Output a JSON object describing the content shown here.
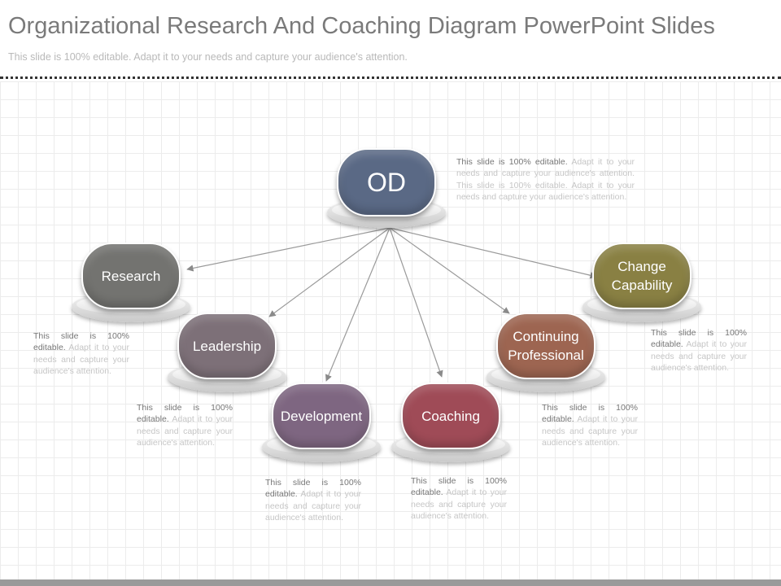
{
  "header": {
    "title": "Organizational Research And Coaching Diagram PowerPoint Slides",
    "subtitle": "This slide is 100% editable. Adapt it to your needs and capture your audience's attention."
  },
  "diagram": {
    "center": {
      "label": "OD",
      "color": "#5a6985",
      "description_lead": "This slide is 100% editable.",
      "description_rest": " Adapt it to your needs and capture your audience's attention. This slide is 100% editable. Adapt it to your needs and capture your audience's attention."
    },
    "branches": [
      {
        "label": "Research",
        "color": "#737370",
        "description_lead": "This slide is 100% editable.",
        "description_rest": " Adapt it to your needs and capture your audience's attention."
      },
      {
        "label": "Leadership",
        "color": "#7d7078",
        "description_lead": "This slide is 100% editable.",
        "description_rest": " Adapt it to your needs and capture your audience's attention."
      },
      {
        "label": "Development",
        "color": "#7e6681",
        "description_lead": "This slide is 100% editable.",
        "description_rest": " Adapt it to your needs and capture your audience's attention."
      },
      {
        "label": "Coaching",
        "color": "#9f4b57",
        "description_lead": "This slide is 100% editable.",
        "description_rest": " Adapt it to your needs and capture your audience's attention."
      },
      {
        "label": "Continuing Professional",
        "color": "#9d6551",
        "description_lead": "This slide is 100% editable.",
        "description_rest": " Adapt it to your needs and capture your audience's attention."
      },
      {
        "label": "Change Capability",
        "color": "#898043",
        "description_lead": "This slide is 100% editable.",
        "description_rest": " Adapt it to your needs and capture your audience's attention."
      }
    ],
    "connector_color": "#9a9a9a"
  }
}
